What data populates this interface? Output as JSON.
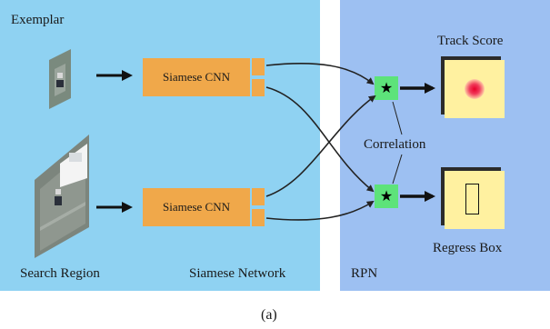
{
  "panels": {
    "siamese_label": "Siamese Network",
    "rpn_label": "RPN"
  },
  "inputs": {
    "exemplar_label": "Exemplar",
    "search_label": "Search Region"
  },
  "cnn": {
    "top_label": "Siamese CNN",
    "bottom_label": "Siamese CNN"
  },
  "correlation": {
    "label": "Correlation",
    "symbol": "★"
  },
  "outputs": {
    "track_label": "Track Score",
    "regress_label": "Regress Box"
  },
  "caption": "(a)",
  "colors": {
    "siamese_panel": "#8fd2f2",
    "rpn_panel": "#9dc0f2",
    "cnn_block": "#f0a84a",
    "correlation_box": "#5de37a",
    "output_map": "#fff1a0",
    "score_peak": "#e8002a"
  }
}
